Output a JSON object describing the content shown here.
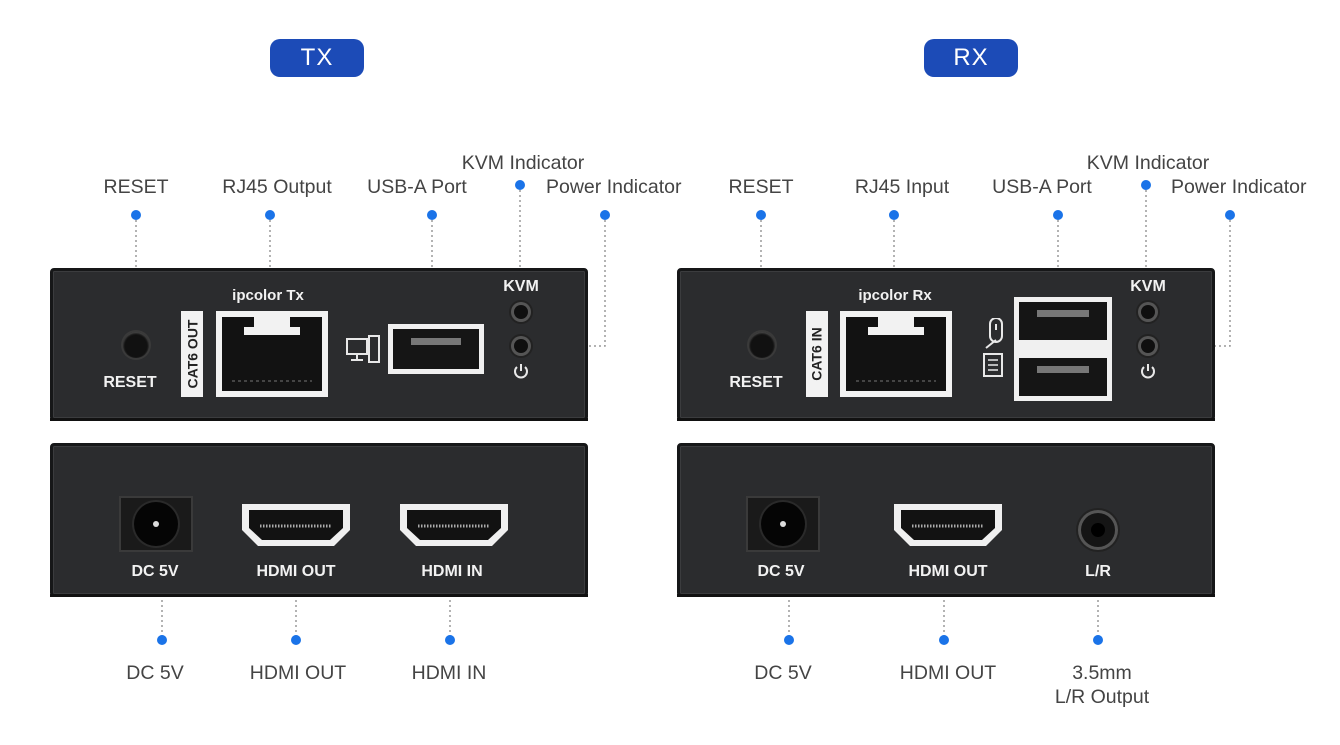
{
  "tx": {
    "badge": "TX",
    "brand": "ipcolor Tx",
    "port_label": "CAT6 OUT",
    "reset_label": "RESET",
    "kvm_label": "KVM",
    "dc_label": "DC 5V",
    "hdmi_out_label": "HDMI OUT",
    "hdmi_in_label": "HDMI IN",
    "callouts": {
      "reset": "RESET",
      "rj45": "RJ45 Output",
      "usb": "USB-A Port",
      "kvm": "KVM Indicator",
      "power": "Power Indicator",
      "dc": "DC 5V",
      "hdmi_out": "HDMI OUT",
      "hdmi_in": "HDMI IN"
    }
  },
  "rx": {
    "badge": "RX",
    "brand": "ipcolor Rx",
    "port_label": "CAT6 IN",
    "reset_label": "RESET",
    "kvm_label": "KVM",
    "dc_label": "DC 5V",
    "hdmi_out_label": "HDMI OUT",
    "audio_label": "L/R",
    "callouts": {
      "reset": "RESET",
      "rj45": "RJ45 Input",
      "usb": "USB-A Port",
      "kvm": "KVM Indicator",
      "power": "Power Indicator",
      "dc": "DC 5V",
      "hdmi_out": "HDMI OUT",
      "audio_line1": "3.5mm",
      "audio_line2": "L/R Output"
    }
  },
  "colors": {
    "badge": "#1c4bb7",
    "dot": "#1a73e8",
    "panel": "#2b2c2e",
    "callout_text": "#444444"
  },
  "icons": [
    "computer-icon",
    "keyboard-mouse-icon",
    "power-icon",
    "usb-port",
    "hdmi-port",
    "rj45-port"
  ]
}
